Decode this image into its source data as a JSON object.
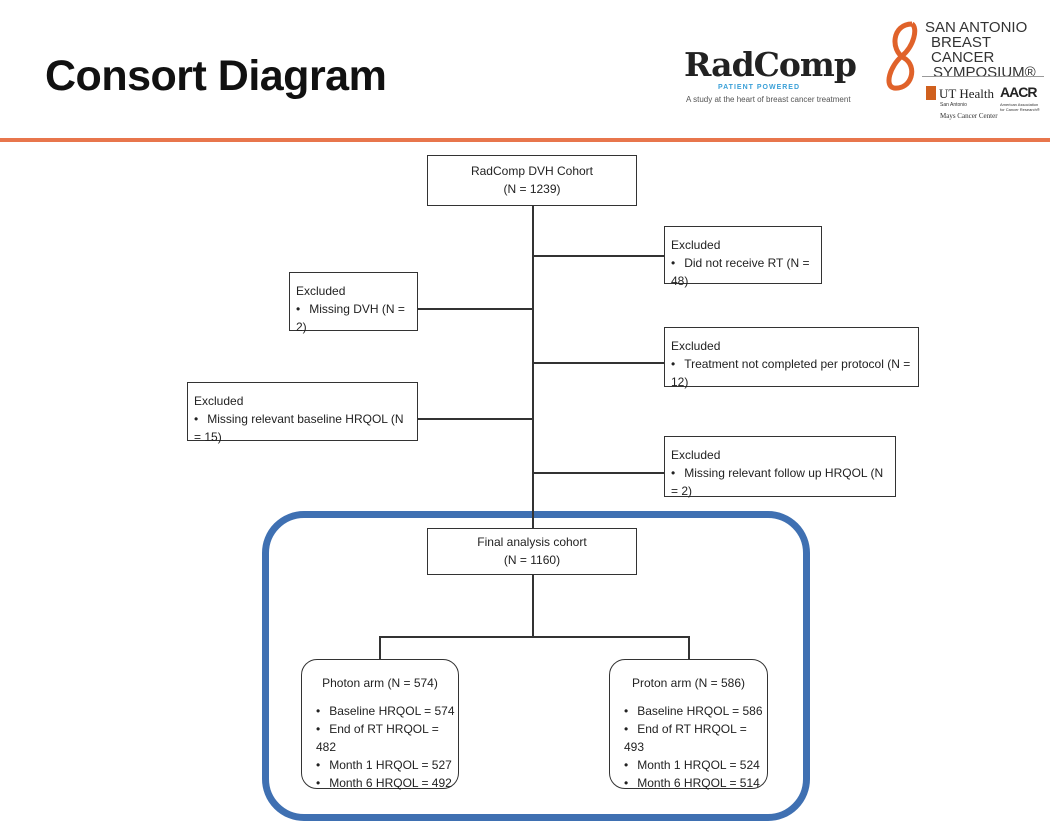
{
  "slide": {
    "title": "Consort Diagram",
    "accent_color": "#e8764c",
    "highlight_color": "#3f70b2"
  },
  "logos": {
    "radcomp": {
      "name": "RadComp",
      "sub": "PATIENT POWERED",
      "tagline": "A study at the heart of breast cancer treatment"
    },
    "sabcs": {
      "line1": "SAN ANTONIO",
      "line2": "BREAST CANCER",
      "line3": "SYMPOSIUM®",
      "ut": "UT Health",
      "ut_sub": "San Antonio",
      "ut_sub2": "Mays Cancer Center",
      "aacr": "AACR",
      "aacr_sub": "American Association for Cancer Research®"
    }
  },
  "diagram": {
    "top": {
      "line1": "RadComp DVH Cohort",
      "line2": "(N = 1239)"
    },
    "exclusions": [
      {
        "label": "Excluded",
        "reason": "Did not receive RT (N = 48)"
      },
      {
        "label": "Excluded",
        "reason": "Missing DVH (N = 2)"
      },
      {
        "label": "Excluded",
        "reason": "Treatment not completed per protocol (N = 12)"
      },
      {
        "label": "Excluded",
        "reason": "Missing relevant baseline HRQOL (N = 15)"
      },
      {
        "label": "Excluded",
        "reason": "Missing relevant follow up HRQOL  (N = 2)"
      }
    ],
    "final": {
      "line1": "Final analysis cohort",
      "line2": "(N = 1160)"
    },
    "arms": [
      {
        "title": "Photon arm (N = 574)",
        "items": [
          "Baseline HRQOL  = 574",
          "End of RT HRQOL = 482",
          "Month 1 HRQOL = 527",
          "Month 6 HRQOL = 492"
        ]
      },
      {
        "title": "Proton arm (N = 586)",
        "items": [
          "Baseline HRQOL = 586",
          "End of RT HRQOL = 493",
          "Month 1 HRQOL = 524",
          "Month 6 HRQOL = 514"
        ]
      }
    ]
  }
}
